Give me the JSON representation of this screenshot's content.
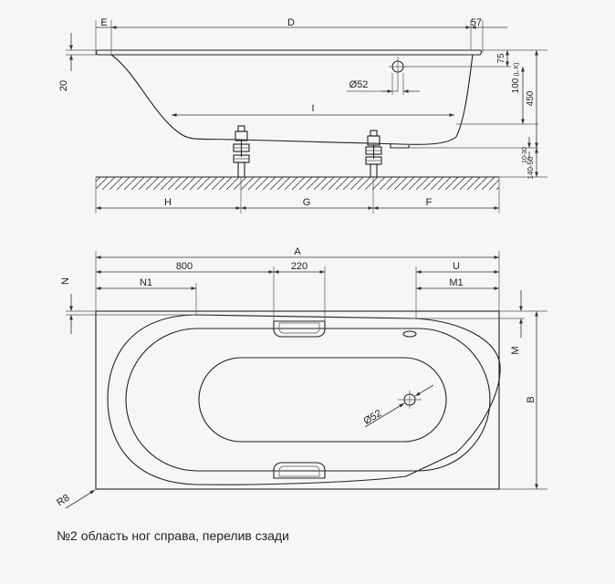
{
  "side_view": {
    "labels": {
      "E": "E",
      "D": "D",
      "d57": "57",
      "d20": "20",
      "d75": "75",
      "d100": "100",
      "lk": "(L.K)",
      "d450": "450",
      "d52": "Ø52",
      "I": "I",
      "d1030": "10-30",
      "d14050": "140-50",
      "H": "H",
      "G": "G",
      "F": "F"
    }
  },
  "top_view": {
    "labels": {
      "A": "A",
      "d800": "800",
      "d220": "220",
      "U": "U",
      "N1": "N1",
      "M1": "M1",
      "N": "N",
      "M": "M",
      "B": "B",
      "d52": "Ø52",
      "R8": "R8"
    }
  },
  "caption": "№2 область ног справа, перелив сзади",
  "colors": {
    "background": "#f6f6f6",
    "line": "#222222"
  }
}
